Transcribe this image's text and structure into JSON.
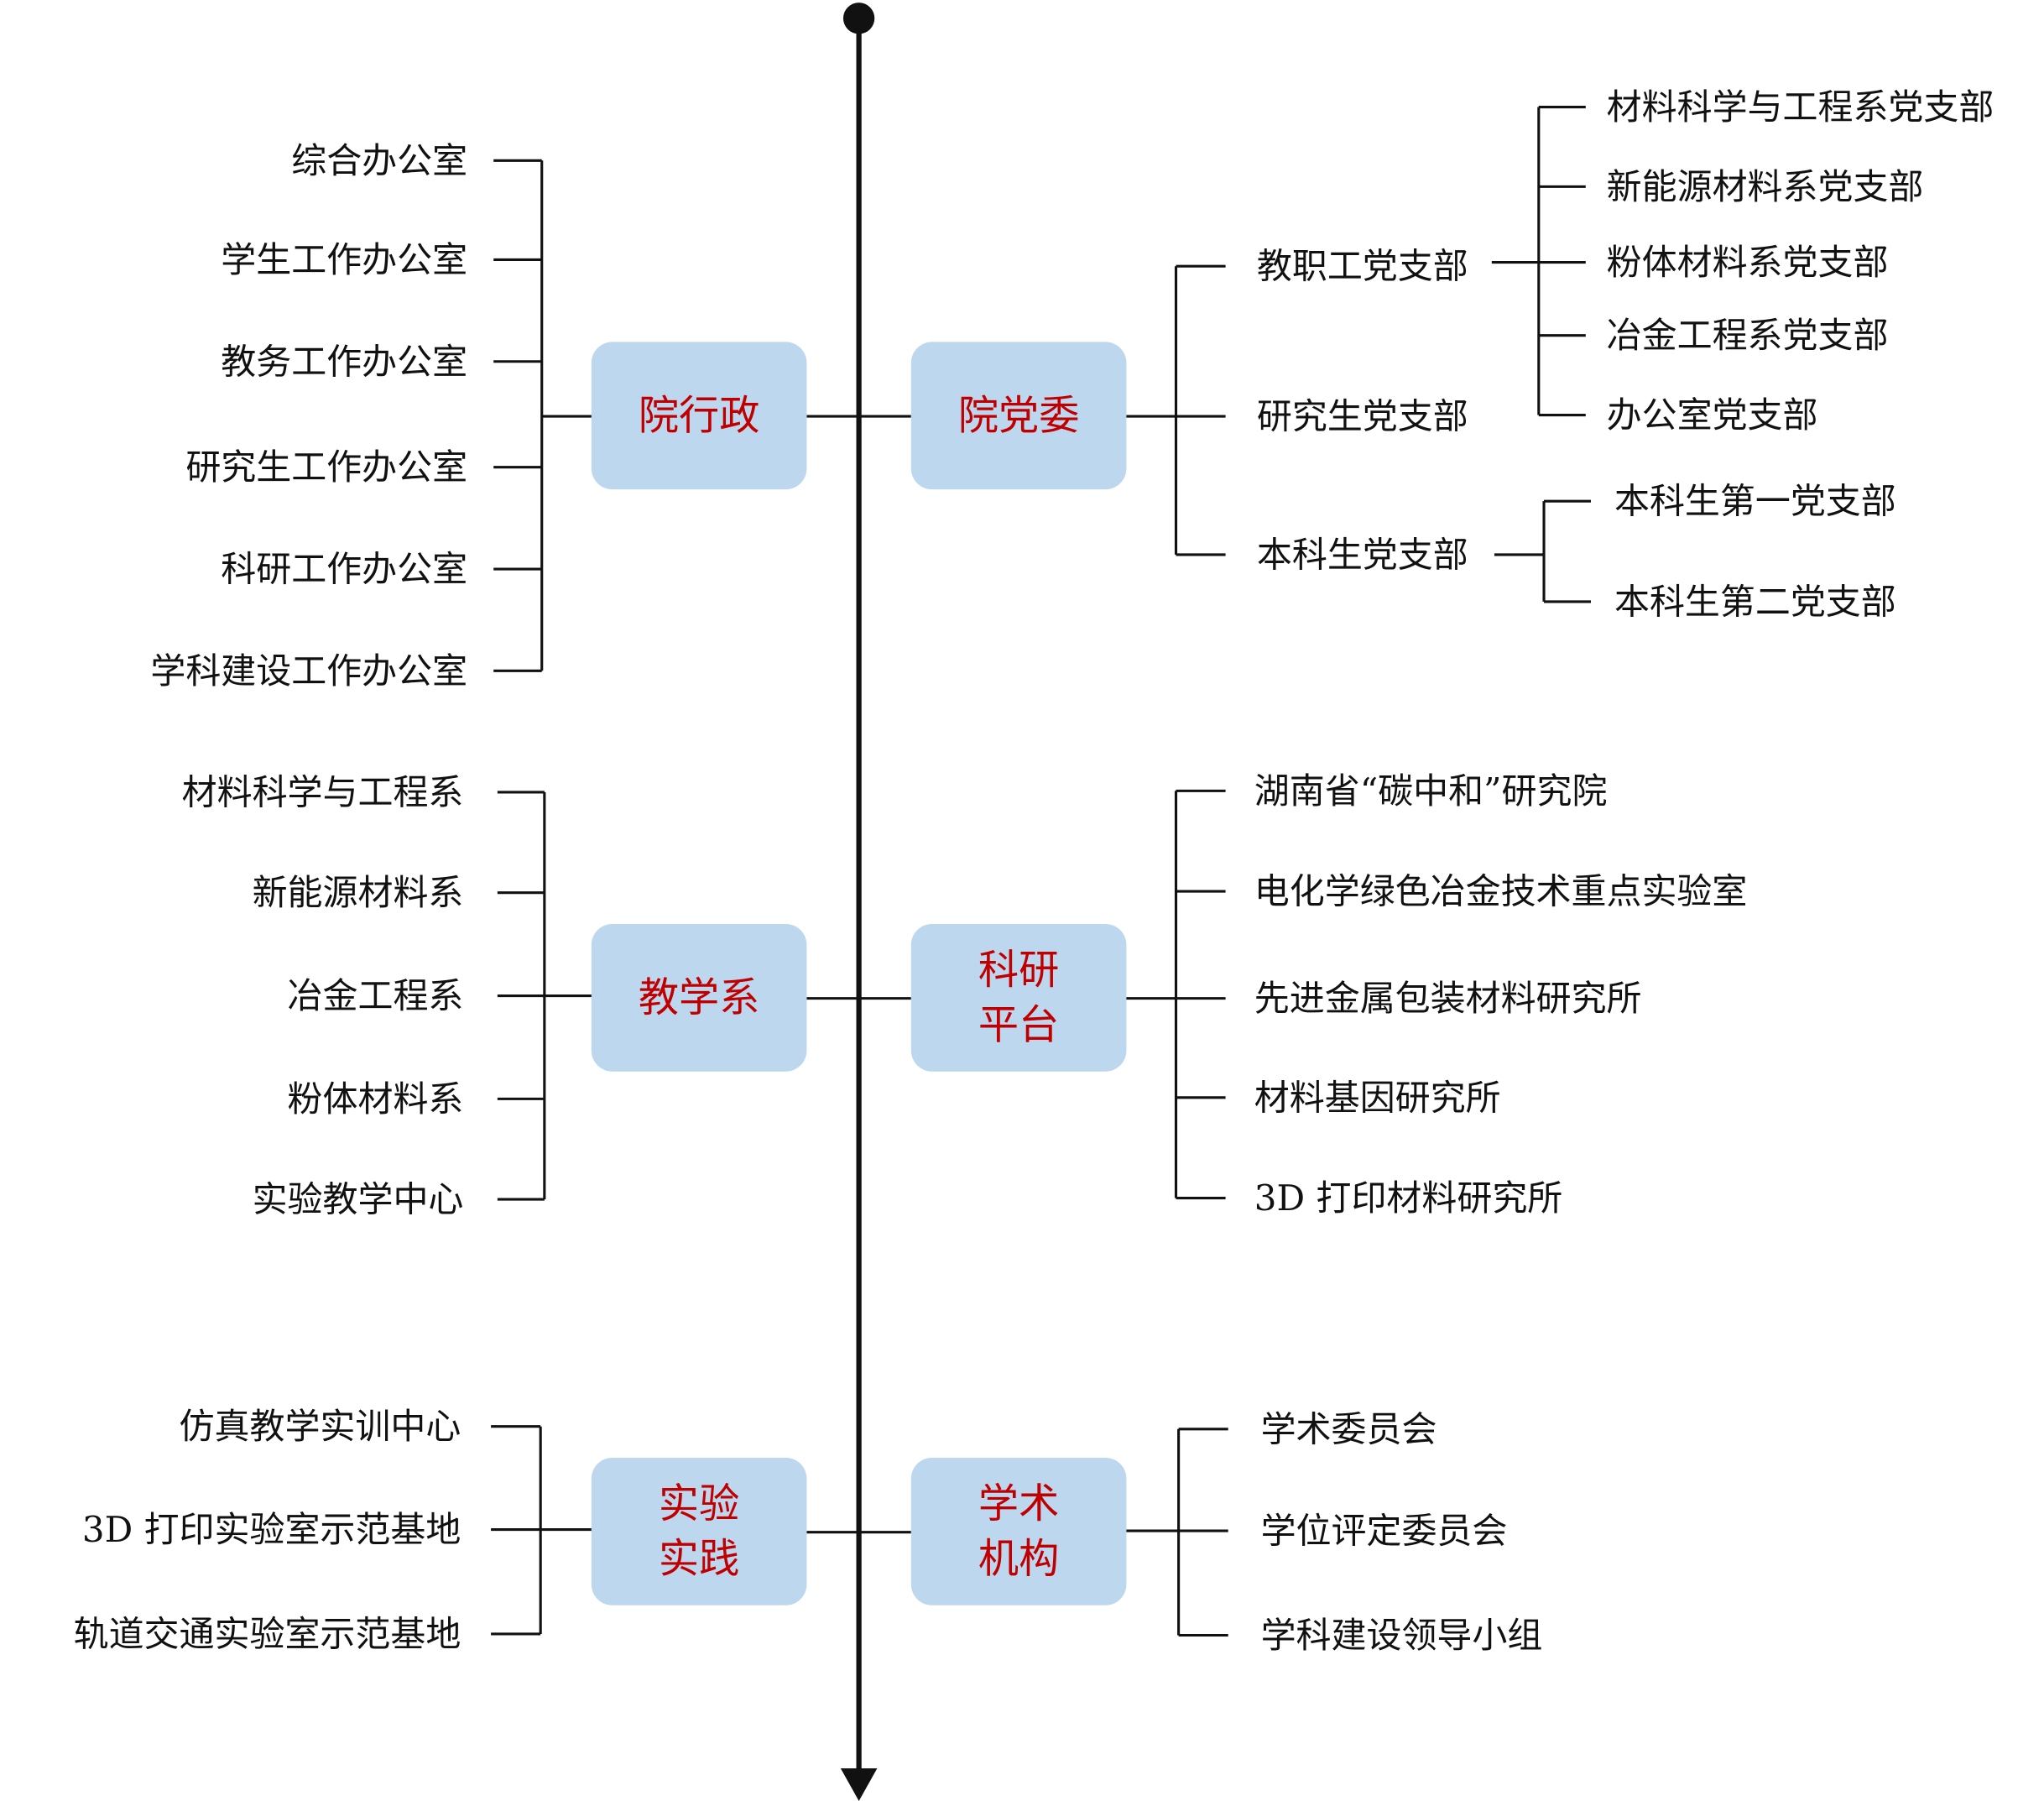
{
  "admin": {
    "label": [
      "院行政"
    ],
    "items": [
      "综合办公室",
      "学生工作办公室",
      "教务工作办公室",
      "研究生工作办公室",
      "科研工作办公室",
      "学科建设工作办公室"
    ]
  },
  "party": {
    "label": [
      "院党委"
    ],
    "branches": [
      {
        "label": "教职工党支部",
        "sub": [
          "材料科学与工程系党支部",
          "新能源材料系党支部",
          "粉体材料系党支部",
          "冶金工程系党支部",
          "办公室党支部"
        ]
      },
      {
        "label": "研究生党支部",
        "sub": []
      },
      {
        "label": "本科生党支部",
        "sub": [
          "本科生第一党支部",
          "本科生第二党支部"
        ]
      }
    ]
  },
  "teaching": {
    "label": [
      "教学系"
    ],
    "items": [
      "材料科学与工程系",
      "新能源材料系",
      "冶金工程系",
      "粉体材料系",
      "实验教学中心"
    ]
  },
  "research": {
    "label": [
      "科研",
      "平台"
    ],
    "items": [
      "湖南省“碳中和”研究院",
      "电化学绿色冶金技术重点实验室",
      "先进金属包装材料研究所",
      "材料基因研究所",
      "3D 打印材料研究所"
    ]
  },
  "practice": {
    "label": [
      "实验",
      "实践"
    ],
    "items": [
      "仿真教学实训中心",
      "3D 打印实验室示范基地",
      "轨道交通实验室示范基地"
    ]
  },
  "academic": {
    "label": [
      "学术",
      "机构"
    ],
    "items": [
      "学术委员会",
      "学位评定委员会",
      "学科建设领导小组"
    ]
  },
  "colors": {
    "hub_fill": "#bdd7ee",
    "hub_text": "#c00000",
    "line": "#111111"
  }
}
